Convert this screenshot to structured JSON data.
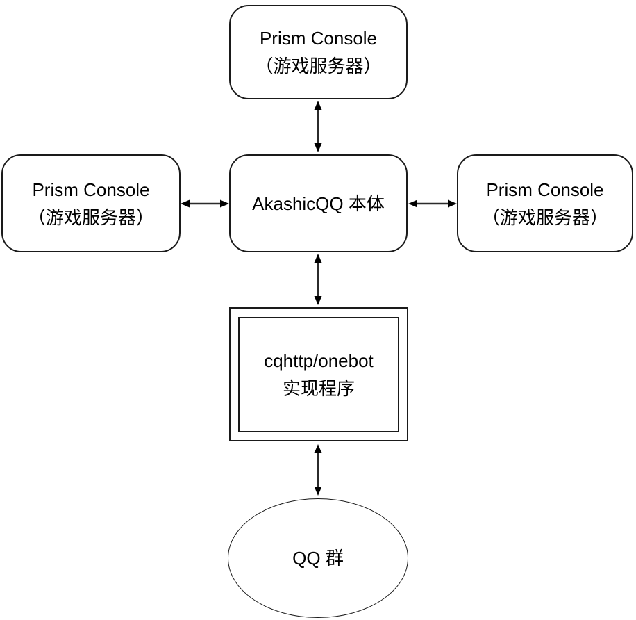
{
  "diagram": {
    "nodes": {
      "top": {
        "shape": "rounded-rectangle",
        "line1": "Prism Console",
        "line2": "（游戏服务器）"
      },
      "left": {
        "shape": "rounded-rectangle",
        "line1": "Prism Console",
        "line2": "（游戏服务器）"
      },
      "center": {
        "shape": "rounded-rectangle",
        "line1": "AkashicQQ 本体"
      },
      "right": {
        "shape": "rounded-rectangle",
        "line1": "Prism Console",
        "line2": "（游戏服务器）"
      },
      "middleware": {
        "shape": "framed-rectangle",
        "line1": "cqhttp/onebot",
        "line2": "实现程序"
      },
      "qq_group": {
        "shape": "ellipse",
        "line1": "QQ 群"
      }
    },
    "edges": [
      {
        "from": "top",
        "to": "center",
        "style": "double-arrow"
      },
      {
        "from": "left",
        "to": "center",
        "style": "double-arrow"
      },
      {
        "from": "right",
        "to": "center",
        "style": "double-arrow"
      },
      {
        "from": "center",
        "to": "middleware",
        "style": "double-arrow"
      },
      {
        "from": "middleware",
        "to": "qq_group",
        "style": "double-arrow"
      }
    ],
    "colors": {
      "stroke": "#1a1a1a",
      "arrow": "#000000",
      "background": "#ffffff",
      "text": "#000000"
    }
  }
}
